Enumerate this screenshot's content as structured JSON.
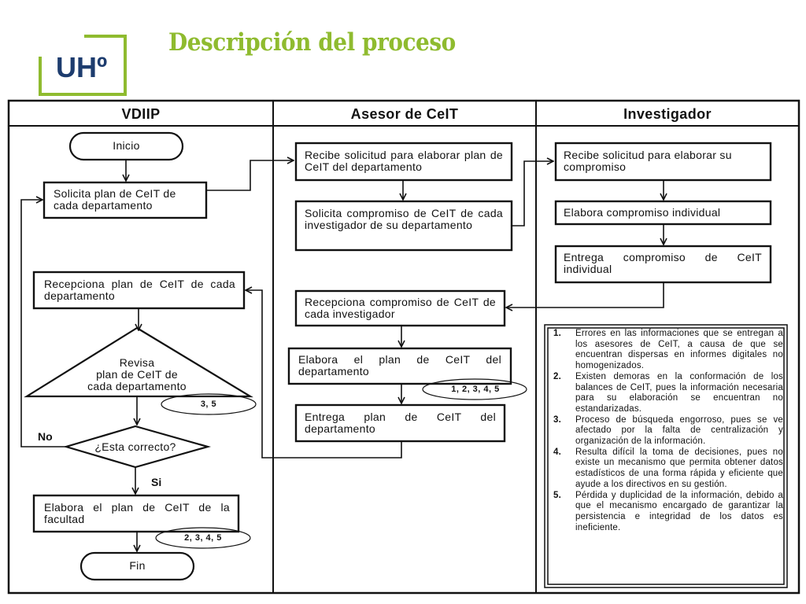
{
  "header": {
    "title": "Descripción del proceso",
    "logo_text": "UHº",
    "accent_color": "#8fbb2f"
  },
  "lanes": [
    {
      "label": "VDIIP"
    },
    {
      "label": "Asesor de CeIT"
    },
    {
      "label": "Investigador"
    }
  ],
  "vdiip": {
    "start": "Inicio",
    "request": "Solicita plan de CeIT de cada departamento",
    "receive": "Recepciona plan de CeIT de cada departamento",
    "review": [
      "Revisa",
      "plan de CeIT de",
      "cada departamento"
    ],
    "review_tag": "3, 5",
    "decision": "¿Esta correcto?",
    "no_label": "No",
    "yes_label": "Si",
    "faculty_plan": "Elabora el plan de CeIT de la facultad",
    "faculty_tag": "2, 3, 4, 5",
    "end": "Fin"
  },
  "asesor": {
    "receive_request": "Recibe solicitud para elaborar plan de CeIT del departamento",
    "request_commitment": "Solicita compromiso de CeIT de cada investigador de su departamento",
    "receive_commitment": "Recepciona compromiso de CeIT de cada investigador",
    "elaborate": "Elabora el plan de CeIT del departamento",
    "elaborate_tag": "1, 2, 3, 4, 5",
    "deliver": "Entrega plan de CeIT del departamento"
  },
  "investigador": {
    "receive_request": "Recibe solicitud para elaborar su compromiso",
    "elaborate": "Elabora compromiso individual",
    "deliver": "Entrega compromiso de CeIT individual"
  },
  "problems": [
    {
      "num": "1.",
      "text": "Errores en las informaciones que se entregan a los asesores de CeIT, a causa de que se encuentran dispersas en informes digitales no homogenizados."
    },
    {
      "num": "2.",
      "text": "Existen demoras en la conformación de los balances de CeIT, pues la información necesaria para su elaboración se encuentran no estandarizadas."
    },
    {
      "num": "3.",
      "text": "Proceso de búsqueda engorroso, pues se ve afectado por la falta de centralización y organización de la información."
    },
    {
      "num": "4.",
      "text": "Resulta difícil la toma de decisiones, pues no existe un mecanismo que permita obtener datos estadísticos de una forma rápida y eficiente que ayude a los directivos en su gestión."
    },
    {
      "num": "5.",
      "text": "Pérdida y duplicidad de la información, debido a que el mecanismo encargado de garantizar la persistencia e integridad de los datos es ineficiente."
    }
  ]
}
